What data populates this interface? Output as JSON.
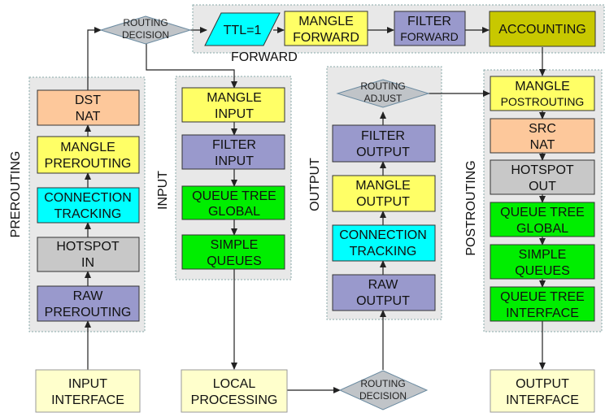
{
  "sections": {
    "prerouting": "PREROUTING",
    "input": "INPUT",
    "output": "OUTPUT",
    "postrouting": "POSTROUTING",
    "forward": "FORWARD"
  },
  "nodes": {
    "routing_decision_top": [
      "ROUTING",
      "DECISION"
    ],
    "ttl": [
      "TTL=1"
    ],
    "mangle_forward": [
      "MANGLE",
      "FORWARD"
    ],
    "filter_forward": [
      "FILTER",
      "FORWARD"
    ],
    "accounting": [
      "ACCOUNTING"
    ],
    "dst_nat": [
      "DST",
      "NAT"
    ],
    "mangle_prerouting": [
      "MANGLE",
      "PREROUTING"
    ],
    "connection_tracking_pre": [
      "CONNECTION",
      "TRACKING"
    ],
    "hotspot_in": [
      "HOTSPOT",
      "IN"
    ],
    "raw_prerouting": [
      "RAW",
      "PREROUTING"
    ],
    "mangle_input": [
      "MANGLE",
      "INPUT"
    ],
    "filter_input": [
      "FILTER",
      "INPUT"
    ],
    "queue_tree_global_in": [
      "QUEUE TREE",
      "GLOBAL"
    ],
    "simple_queues_in": [
      "SIMPLE",
      "QUEUES"
    ],
    "routing_adjust": [
      "ROUTING",
      "ADJUST"
    ],
    "filter_output": [
      "FILTER",
      "OUTPUT"
    ],
    "mangle_output": [
      "MANGLE",
      "OUTPUT"
    ],
    "connection_tracking_out": [
      "CONNECTION",
      "TRACKING"
    ],
    "raw_output": [
      "RAW",
      "OUTPUT"
    ],
    "mangle_postrouting": [
      "MANGLE",
      "POSTROUTING"
    ],
    "src_nat": [
      "SRC",
      "NAT"
    ],
    "hotspot_out": [
      "HOTSPOT",
      "OUT"
    ],
    "queue_tree_global_post": [
      "QUEUE TREE",
      "GLOBAL"
    ],
    "simple_queues_post": [
      "SIMPLE",
      "QUEUES"
    ],
    "queue_tree_interface": [
      "QUEUE TREE",
      "INTERFACE"
    ],
    "input_interface": [
      "INPUT",
      "INTERFACE"
    ],
    "local_processing": [
      "LOCAL",
      "PROCESSING"
    ],
    "routing_decision_bottom": [
      "ROUTING",
      "DECISION"
    ],
    "output_interface": [
      "OUTPUT",
      "INTERFACE"
    ]
  },
  "colors": {
    "orange": "#fdc89b",
    "yellow": "#ffff66",
    "cyan": "#00ffff",
    "gray": "#c8c8c8",
    "purple": "#9999cc",
    "green": "#00ee00",
    "olive": "#c8c800",
    "cream": "#ffffcc",
    "diamond": "#c0c4c8",
    "panel": "#e8e8e8"
  }
}
